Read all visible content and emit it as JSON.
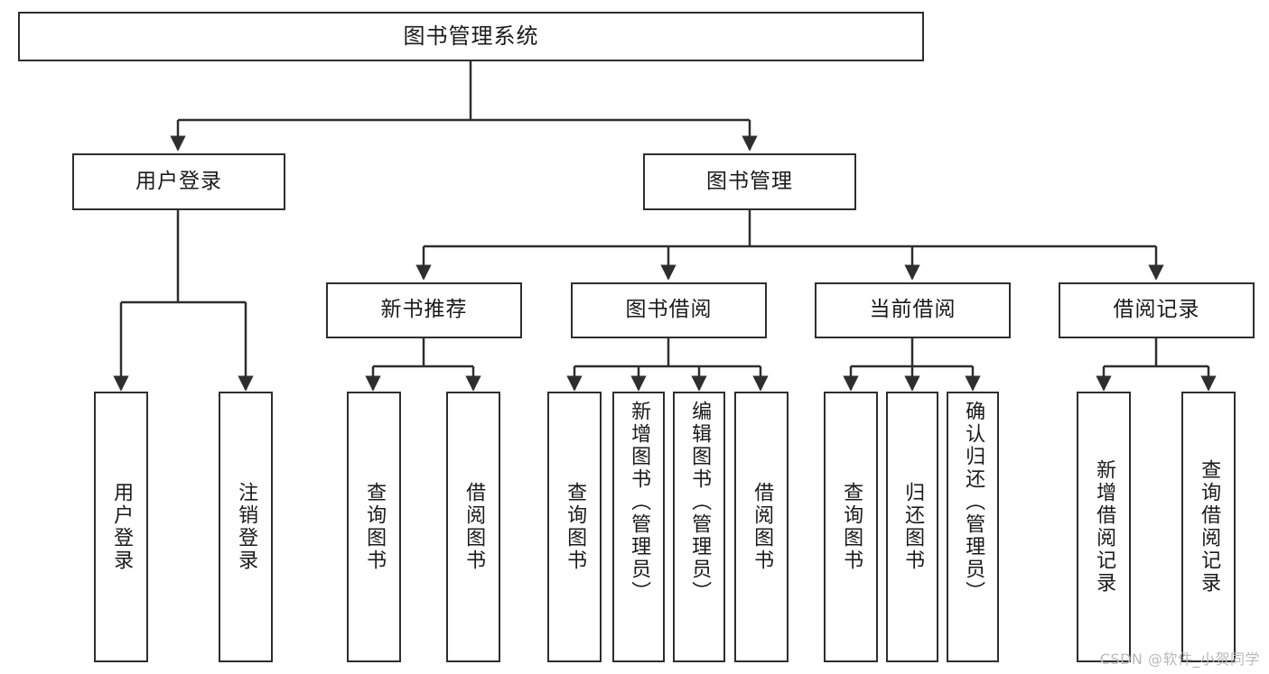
{
  "diagram": {
    "title": "图书管理系统",
    "type": "tree",
    "root": {
      "label": "图书管理系统"
    },
    "level2": [
      {
        "id": "user-login",
        "label": "用户登录"
      },
      {
        "id": "book-management",
        "label": "图书管理"
      }
    ],
    "level3": [
      {
        "id": "new-book-recommend",
        "label": "新书推荐",
        "parent": "book-management"
      },
      {
        "id": "book-borrow",
        "label": "图书借阅",
        "parent": "book-management"
      },
      {
        "id": "current-borrow",
        "label": "当前借阅",
        "parent": "book-management"
      },
      {
        "id": "borrow-record",
        "label": "借阅记录",
        "parent": "book-management"
      }
    ],
    "leaves": [
      {
        "id": "leaf-user-login",
        "label": "用户登录",
        "parent": "user-login"
      },
      {
        "id": "leaf-logout",
        "label": "注销登录",
        "parent": "user-login"
      },
      {
        "id": "leaf-query-book-1",
        "label": "查询图书",
        "parent": "new-book-recommend"
      },
      {
        "id": "leaf-borrow-book-1",
        "label": "借阅图书",
        "parent": "new-book-recommend"
      },
      {
        "id": "leaf-query-book-2",
        "label": "查询图书",
        "parent": "book-borrow"
      },
      {
        "id": "leaf-add-book",
        "label": "新增图书（管理员）",
        "parent": "book-borrow"
      },
      {
        "id": "leaf-edit-book",
        "label": "编辑图书（管理员）",
        "parent": "book-borrow"
      },
      {
        "id": "leaf-borrow-book-2",
        "label": "借阅图书",
        "parent": "book-borrow"
      },
      {
        "id": "leaf-query-book-3",
        "label": "查询图书",
        "parent": "current-borrow"
      },
      {
        "id": "leaf-return-book",
        "label": "归还图书",
        "parent": "current-borrow"
      },
      {
        "id": "leaf-confirm-return",
        "label": "确认归还（管理员）",
        "parent": "current-borrow"
      },
      {
        "id": "leaf-add-record",
        "label": "新增借阅记录",
        "parent": "borrow-record"
      },
      {
        "id": "leaf-query-record",
        "label": "查询借阅记录",
        "parent": "borrow-record"
      }
    ],
    "colors": {
      "stroke": "#2e2e2e",
      "fill": "#ffffff",
      "text": "#1a1a1a",
      "watermark": "#b9b9b9"
    }
  },
  "watermark": {
    "text": "CSDN @软件_小贺同学"
  }
}
